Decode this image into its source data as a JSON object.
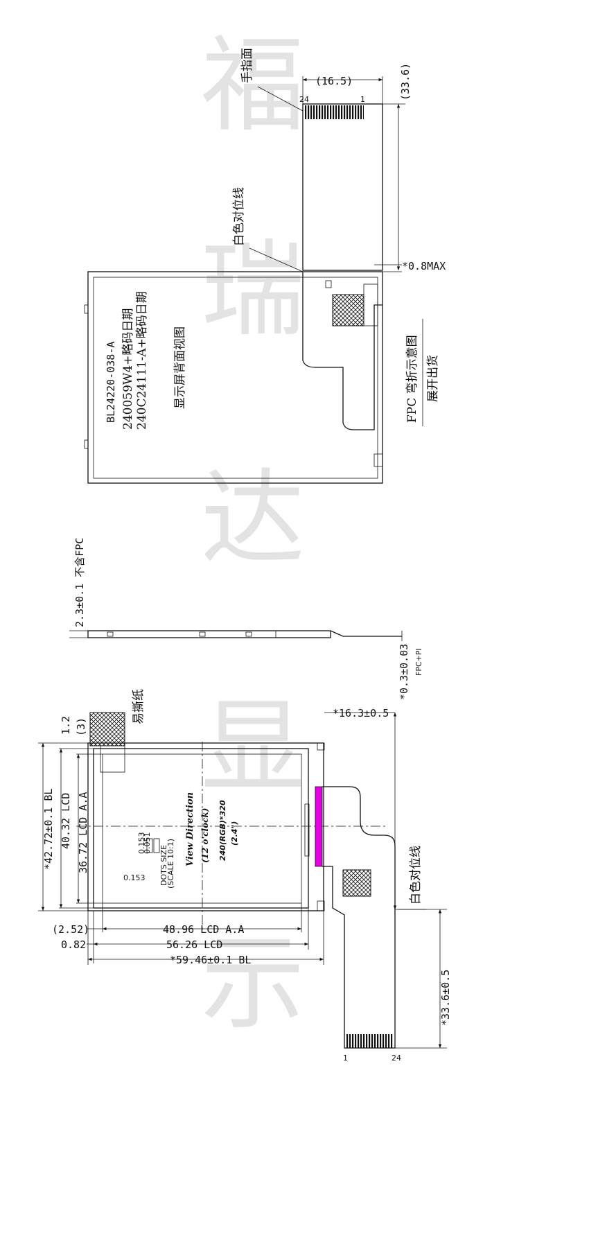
{
  "watermark": [
    "福",
    "瑞",
    "达",
    "显",
    "示"
  ],
  "fpc_top": {
    "finger_side": "手指面",
    "width_dim": "(16.5)",
    "length_dim": "(33.6)",
    "pin_left": "24",
    "pin_right": "1",
    "align_line": "白色对位线",
    "thickness": "*0.8MAX",
    "fold_title": "FPC 弯折示意图",
    "shipping": "展开出货"
  },
  "back_view": {
    "model": "BL24220-038-A",
    "code1": "240059W4+略码日期",
    "code2": "240C24111-A+略码日期",
    "title": "显示屏背面视图"
  },
  "side_view": {
    "thickness": "2.3±0.1 不含FPC",
    "fpc_thickness": "*0.3±0.03",
    "fpc_material": "FPC+PI"
  },
  "front_view": {
    "tear_paper": "易撕纸",
    "dim_12": "1.2",
    "dim_3": "(3)",
    "bl_h": "*42.72±0.1 BL",
    "lcd_h": "40.32 LCD",
    "aa_h": "36.72 LCD A.A",
    "dim_252": "(2.52)",
    "dim_082": "0.82",
    "aa_w": "48.96 LCD A.A",
    "lcd_w": "56.26 LCD",
    "bl_w": "*59.46±0.1 BL",
    "fpc_pos": "*16.3±0.5",
    "fpc_len": "*33.6±0.5",
    "align_line": "白色对位线",
    "pin_1": "1",
    "pin_24": "24",
    "view_dir": "View Direction",
    "clock": "(12 o'clock)",
    "resolution": "240(RGB)*320",
    "diag": "(2.4\")",
    "dots_size": "DOTS SIZE",
    "scale": "(SCALE 10:1)",
    "pitch_a": "0.153",
    "pitch_b": "0.153",
    "pitch_c": "0.051"
  }
}
